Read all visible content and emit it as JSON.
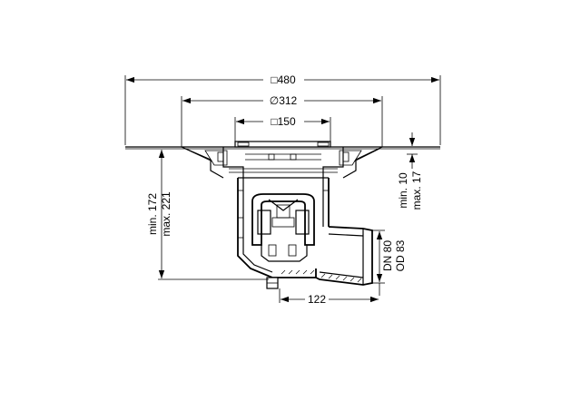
{
  "dimensions": {
    "overall_width": "□480",
    "flange_diameter": "∅312",
    "grate_size": "□150",
    "height_min": "min. 172",
    "height_max": "max. 221",
    "offset_min": "min. 10",
    "offset_max": "max. 17",
    "outlet_dn": "DN 80",
    "outlet_od": "OD 83",
    "outlet_offset": "122"
  }
}
